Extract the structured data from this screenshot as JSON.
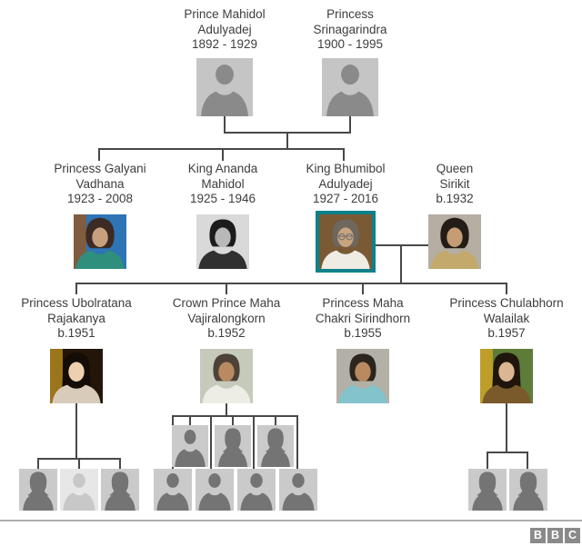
{
  "colors": {
    "text": "#3d3d3d",
    "line": "#484848",
    "highlight": "#0c818a",
    "divider": "#adadad",
    "bbc_box": "#8a8a8a",
    "silhouette_row1_bg": "#c5c5c5",
    "silhouette_row1_fg": "#8a8a8a",
    "silhouette_bg": "#cacaca",
    "silhouette_fg": "#747474",
    "silhouette_faded_bg": "#e7e7e7",
    "silhouette_faded_fg": "#c8c8c8"
  },
  "people": [
    {
      "name": "Prince Mahidol\nAdulyadej",
      "dates": "1892 - 1929",
      "silhouette": "male"
    },
    {
      "name": "Princess\nSrinagarindra",
      "dates": "1900 - 1995",
      "silhouette": "male"
    },
    {
      "name": "Princess Galyani\nVadhana",
      "dates": "1923 - 2008",
      "portrait": {
        "bg": "#2f74b5",
        "accent": "#8a5a33",
        "hair": "#3b2b24",
        "skin": "#c9a07e",
        "clothes": "#2f8f7d",
        "style": "updo"
      }
    },
    {
      "name": "King Ananda\nMahidol",
      "dates": "1925 - 1946",
      "portrait": {
        "bg": "#d9d9d9",
        "hair": "#1c1c1c",
        "skin": "#b9b9b9",
        "clothes": "#303030",
        "style": "short"
      }
    },
    {
      "name": "King Bhumibol\nAdulyadej",
      "dates": "1927 - 2016",
      "highlighted": true,
      "portrait": {
        "bg": "#7a5a35",
        "hair": "#6e675e",
        "skin": "#c8a47f",
        "clothes": "#efece4",
        "style": "short",
        "glasses": true
      }
    },
    {
      "name": "Queen\nSirikit",
      "dates": "b.1932",
      "portrait": {
        "bg": "#b5aea3",
        "hair": "#241c16",
        "skin": "#c59c74",
        "clothes": "#c3a96b",
        "style": "updo"
      }
    },
    {
      "name": "Princess Ubolratana\nRajakanya",
      "dates": "b.1951",
      "portrait": {
        "bg": "#241509",
        "accent": "#a97f1f",
        "hair": "#140c06",
        "skin": "#edd0b0",
        "clothes": "#d9cbb9",
        "style": "long"
      }
    },
    {
      "name": "Crown Prince Maha\nVajiralongkorn",
      "dates": "b.1952",
      "portrait": {
        "bg": "#c6cabb",
        "hair": "#4c4238",
        "skin": "#b98a60",
        "clothes": "#edede6",
        "style": "short"
      }
    },
    {
      "name": "Princess Maha\nChakri Sirindhorn",
      "dates": "b.1955",
      "portrait": {
        "bg": "#b3b0a7",
        "hair": "#2c251e",
        "skin": "#b9895f",
        "clothes": "#82c3cc",
        "style": "short"
      }
    },
    {
      "name": "Princess Chulabhorn\nWalailak",
      "dates": "b.1957",
      "portrait": {
        "bg": "#5d7c39",
        "accent": "#c9a227",
        "hair": "#1f150c",
        "skin": "#dab692",
        "clothes": "#7a5a2a",
        "style": "long"
      }
    }
  ],
  "children_groups": {
    "ubolratana": [
      {
        "gender": "female",
        "faded": false
      },
      {
        "gender": "male",
        "faded": true
      },
      {
        "gender": "female",
        "faded": false
      }
    ],
    "vajiralongkorn_row1": [
      {
        "gender": "male",
        "faded": false
      },
      {
        "gender": "female",
        "faded": false
      },
      {
        "gender": "female",
        "faded": false
      }
    ],
    "vajiralongkorn_row2": [
      {
        "gender": "male",
        "faded": false
      },
      {
        "gender": "male",
        "faded": false
      },
      {
        "gender": "male",
        "faded": false
      },
      {
        "gender": "male",
        "faded": false
      }
    ],
    "chulabhorn": [
      {
        "gender": "female",
        "faded": false
      },
      {
        "gender": "female",
        "faded": false
      }
    ]
  },
  "footer": {
    "logo_letters": [
      "B",
      "B",
      "C"
    ]
  }
}
